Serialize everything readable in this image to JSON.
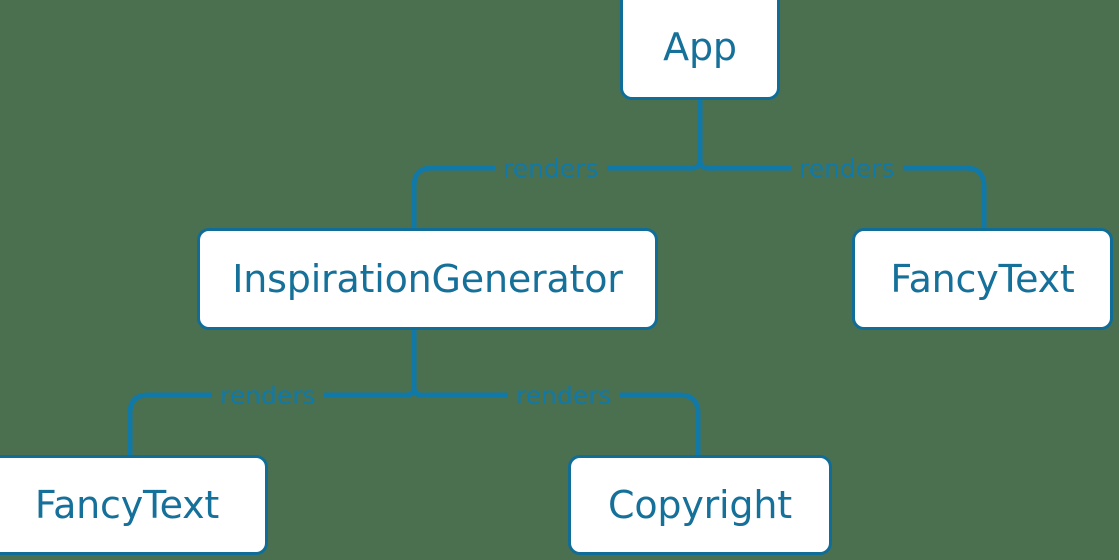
{
  "diagram": {
    "type": "component-tree",
    "background_color": "#4a7050",
    "node_fill_color": "#ffffff",
    "node_border_color": "#0f6d97",
    "node_text_color": "#15709a",
    "edge_color": "#1179a8",
    "edge_label_color": "#1179a8",
    "nodes": [
      {
        "id": "app",
        "label": "App"
      },
      {
        "id": "inspiration_generator",
        "label": "InspirationGenerator"
      },
      {
        "id": "fancytext_right",
        "label": "FancyText"
      },
      {
        "id": "fancytext_left",
        "label": "FancyText"
      },
      {
        "id": "copyright",
        "label": "Copyright"
      }
    ],
    "edges": [
      {
        "from": "app",
        "to": "inspiration_generator",
        "label": "renders"
      },
      {
        "from": "app",
        "to": "fancytext_right",
        "label": "renders"
      },
      {
        "from": "inspiration_generator",
        "to": "fancytext_left",
        "label": "renders"
      },
      {
        "from": "inspiration_generator",
        "to": "copyright",
        "label": "renders"
      }
    ]
  }
}
